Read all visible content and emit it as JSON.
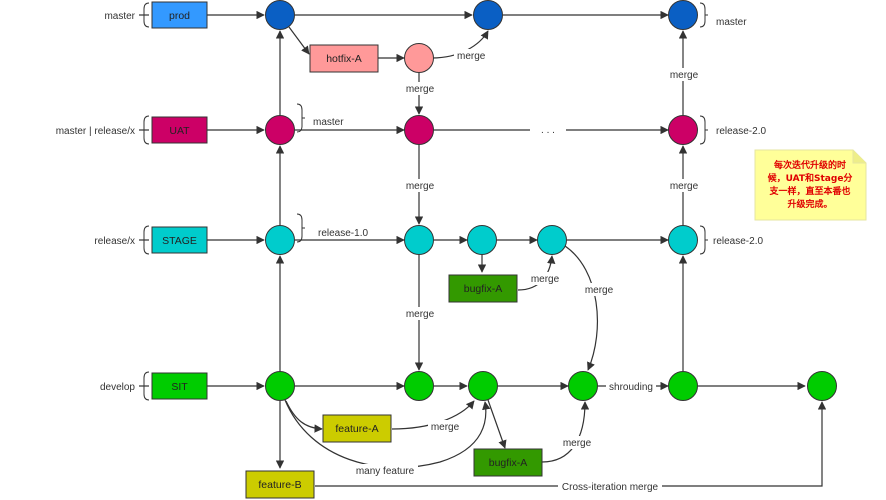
{
  "env_labels": {
    "prod": "master",
    "uat": "master | release/x",
    "stage": "release/x",
    "sit": "develop"
  },
  "env_boxes": {
    "prod": "prod",
    "uat": "UAT",
    "stage": "STAGE",
    "sit": "SIT"
  },
  "branch_boxes": {
    "hotfix_a": "hotfix-A",
    "bugfix_a_stage": "bugfix-A",
    "feature_a": "feature-A",
    "bugfix_a_sit": "bugfix-A",
    "feature_b": "feature-B"
  },
  "edge_labels": {
    "merge": "merge",
    "many_feature": "many feature",
    "shrouding": "shrouding",
    "cross_iteration_merge": "Cross-iteration merge",
    "ellipsis": ". . ."
  },
  "tag_labels": {
    "prod_master": "master",
    "uat_master": "master",
    "uat_release2": "release-2.0",
    "stage_release1": "release-1.0",
    "stage_release2": "release-2.0"
  },
  "note": {
    "lines": [
      "每次迭代升级的时",
      "候，UAT和Stage分",
      "支一样，直至本番也",
      "升级完成。"
    ]
  },
  "colors": {
    "prod_node": "#0a5fc4",
    "prod_box": "#3399ff",
    "uat_node": "#cc0066",
    "stage_node": "#00cccc",
    "sit_node": "#00cc00",
    "hotfix_box": "#ff9999",
    "bugfix_box": "#339900",
    "feature_box": "#cccc00",
    "note_bg": "#ffff99"
  }
}
